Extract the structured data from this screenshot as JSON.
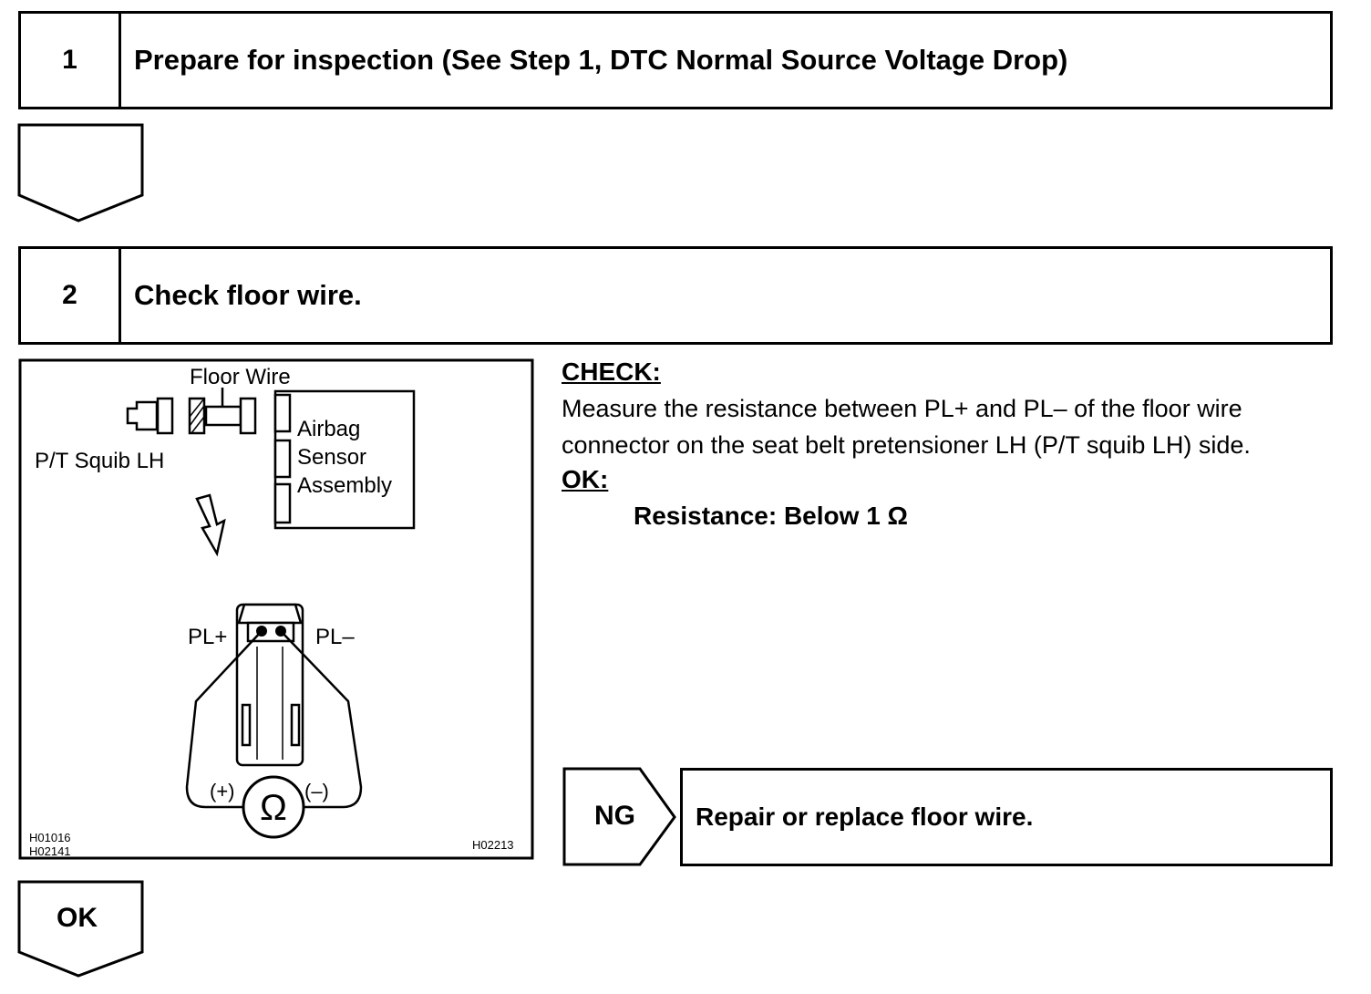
{
  "step1": {
    "number": "1",
    "title": "Prepare for inspection  (See Step 1, DTC Normal Source Voltage Drop)"
  },
  "step2": {
    "number": "2",
    "title": "Check floor wire."
  },
  "diagram": {
    "floor_wire": "Floor Wire",
    "pt_squib": "P/T Squib LH",
    "airbag_line1": "Airbag",
    "airbag_line2": "Sensor",
    "airbag_line3": "Assembly",
    "pl_plus": "PL+",
    "pl_minus": "PL–",
    "plus_sign": "(+)",
    "minus_sign": "(–)",
    "ohm_symbol": "Ω",
    "code1": "H01016",
    "code2": "H02141",
    "code3": "H02213"
  },
  "check": {
    "heading": "CHECK:",
    "line1": "Measure the resistance between PL+ and PL– of the floor wire",
    "line2": "connector on the seat belt pretensioner LH (P/T squib LH) side.",
    "ok_heading": "OK:",
    "spec": "Resistance: Below 1 Ω"
  },
  "ng": {
    "label": "NG",
    "action": "Repair or replace floor wire."
  },
  "ok": {
    "label": "OK"
  }
}
